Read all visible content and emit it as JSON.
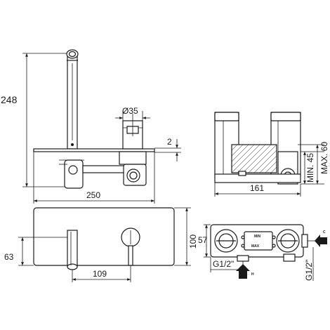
{
  "dimensions": {
    "height_total": "248",
    "diameter": "Ø35",
    "plate_thickness": "2",
    "depth": "161",
    "min_depth": "MIN. 45",
    "max_depth": "MAX. 60",
    "plate_width": "250",
    "plate_height": "100",
    "spout_height": "63",
    "spout_to_handle": "109",
    "body_height": "57",
    "thread_bottom": "G1/2\"",
    "thread_side": "G1/2\""
  },
  "labels": {
    "min_label": "MIN",
    "max_label": "MAX",
    "cold_label": "C",
    "hot_label": "H"
  }
}
